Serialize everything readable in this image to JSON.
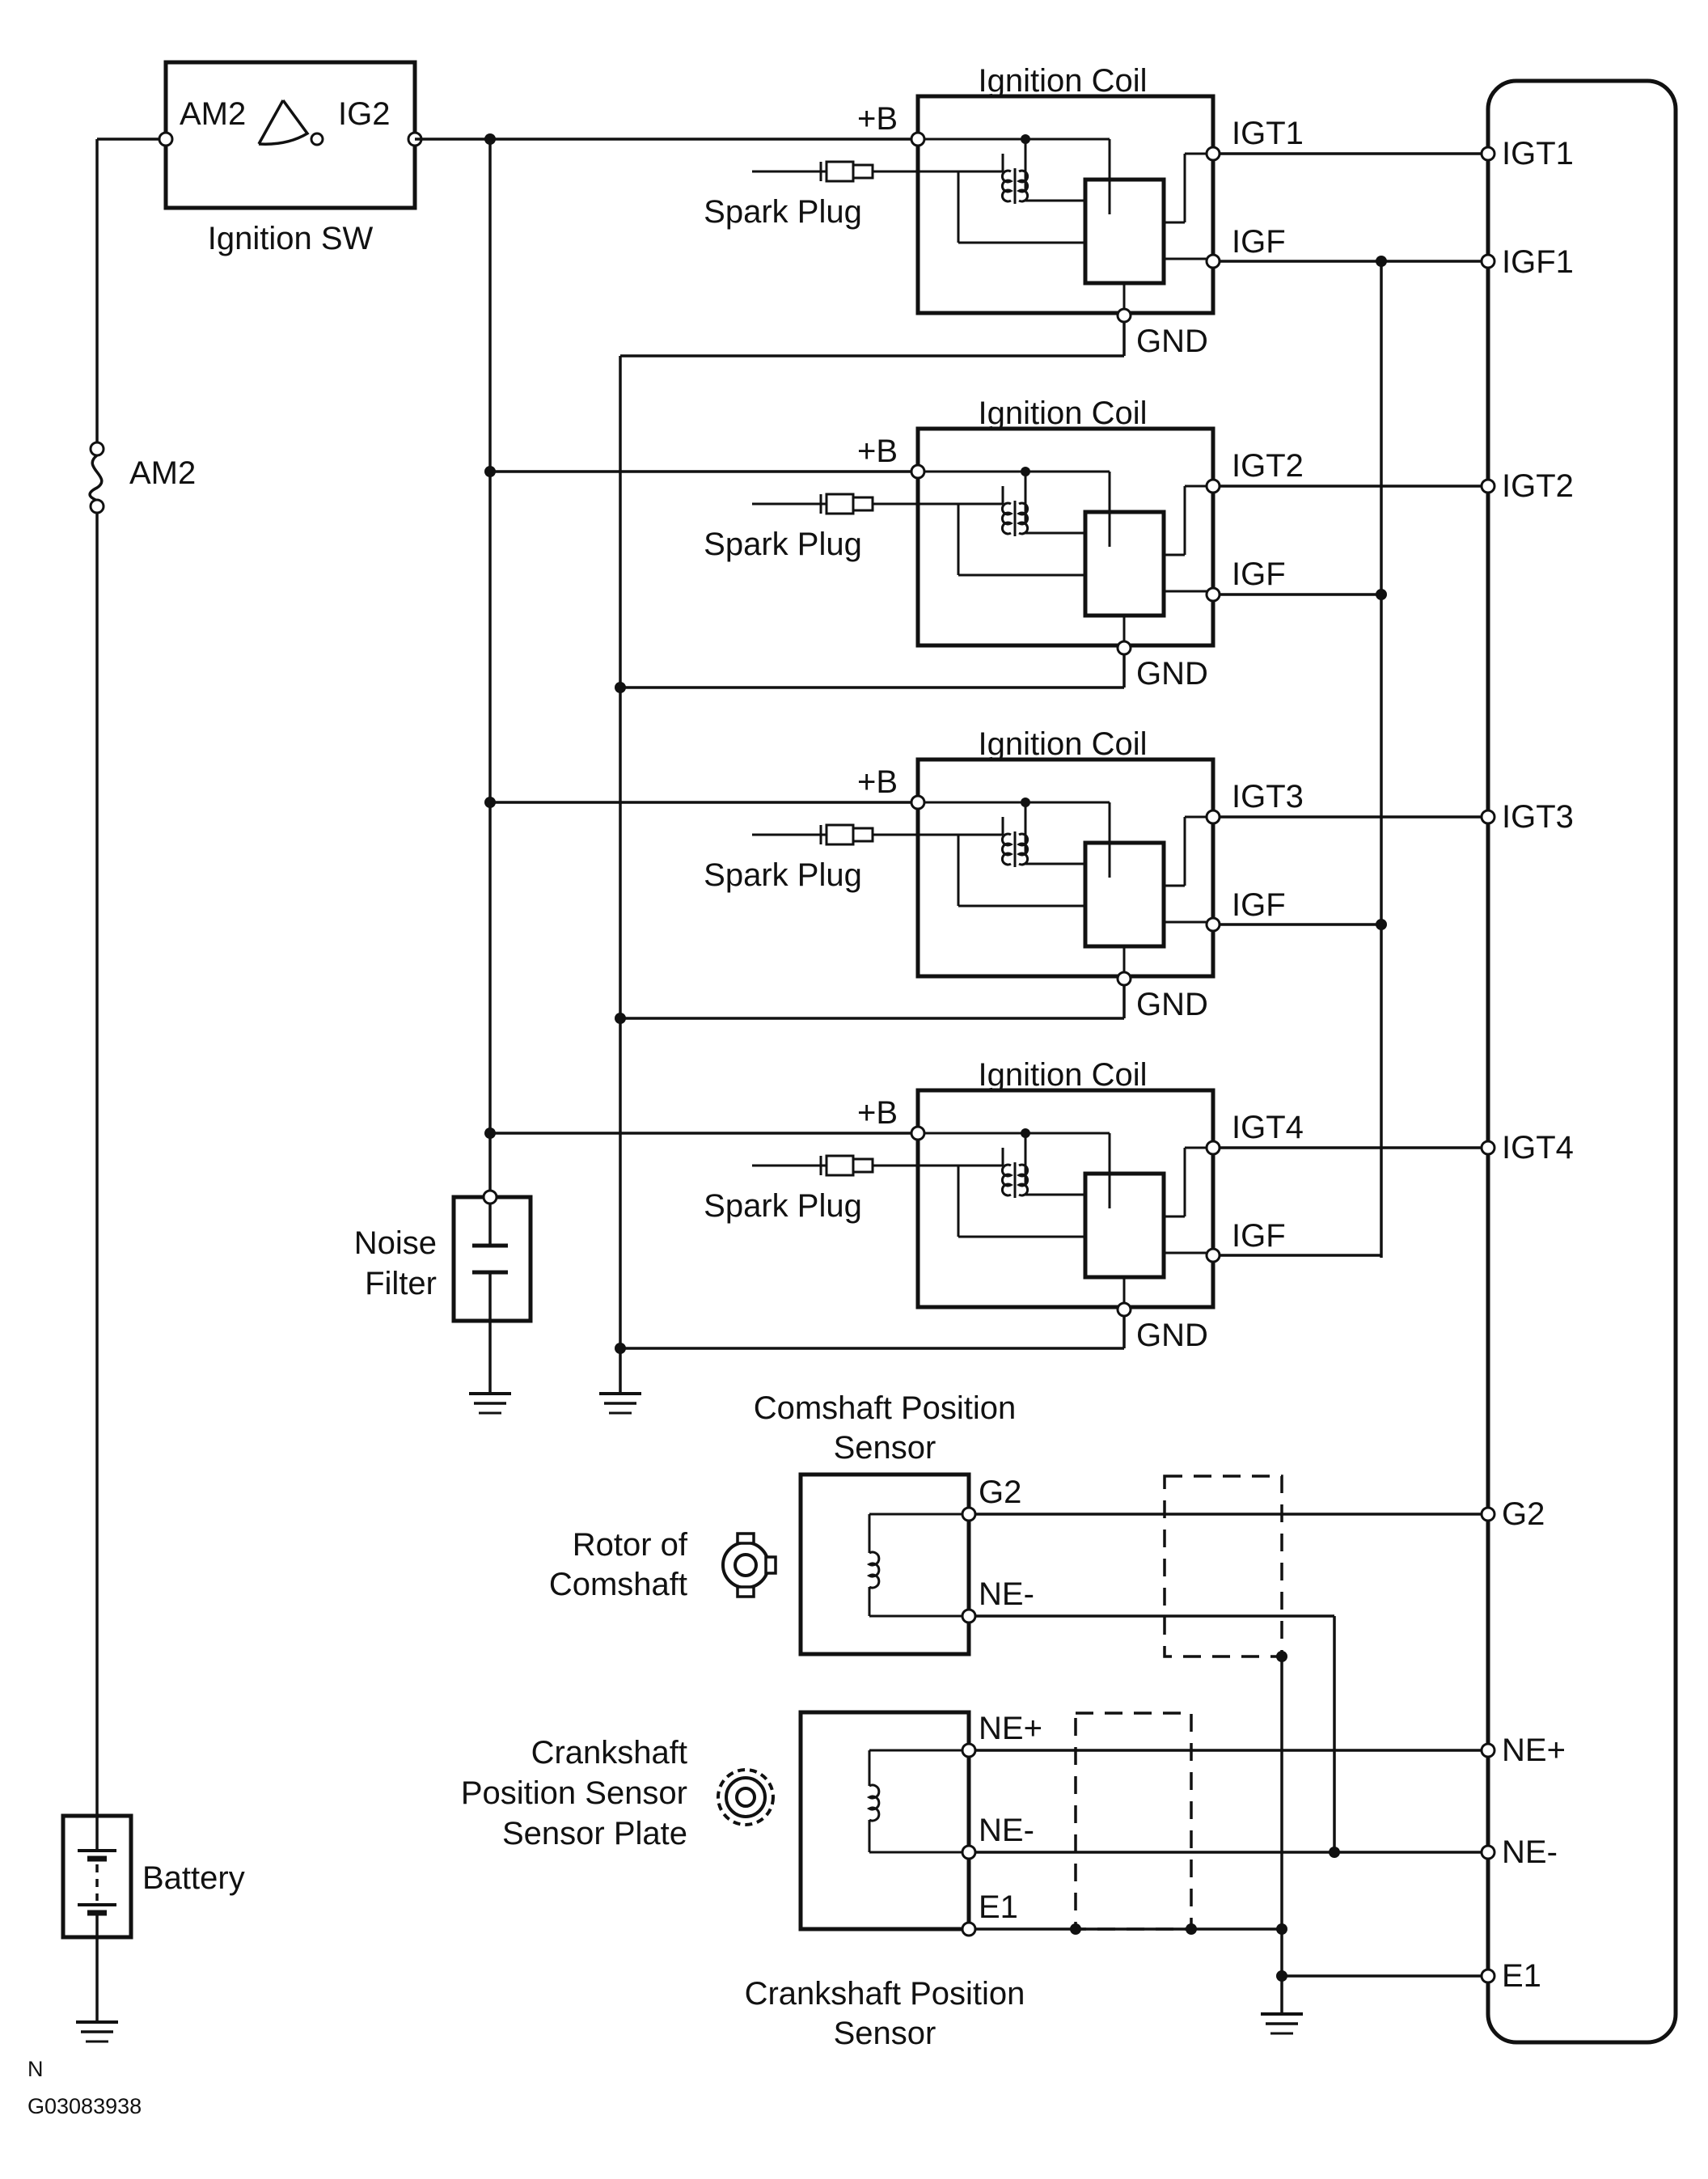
{
  "labels": {
    "ignition_sw": "Ignition SW",
    "sw_am2": "AM2",
    "sw_ig2": "IG2",
    "fuse_am2": "AM2",
    "battery": "Battery",
    "noise_filter_line1": "Noise",
    "noise_filter_line2": "Filter",
    "cam_sensor_line1": "Comshaft Position",
    "cam_sensor_line2": "Sensor",
    "cam_rotor_line1": "Rotor of",
    "cam_rotor_line2": "Comshaft",
    "crank_plate_line1": "Crankshaft",
    "crank_plate_line2": "Position Sensor",
    "crank_plate_line3": "Sensor Plate",
    "crank_sensor_line1": "Crankshaft Position",
    "crank_sensor_line2": "Sensor",
    "footer_n": "N",
    "footer_code": "G03083938"
  },
  "coils": [
    {
      "title": "Ignition Coil",
      "plus_b": "+B",
      "spark": "Spark Plug",
      "igt": "IGT1",
      "igf": "IGF",
      "gnd": "GND"
    },
    {
      "title": "Ignition Coil",
      "plus_b": "+B",
      "spark": "Spark Plug",
      "igt": "IGT2",
      "igf": "IGF",
      "gnd": "GND"
    },
    {
      "title": "Ignition Coil",
      "plus_b": "+B",
      "spark": "Spark Plug",
      "igt": "IGT3",
      "igf": "IGF",
      "gnd": "GND"
    },
    {
      "title": "Ignition Coil",
      "plus_b": "+B",
      "spark": "Spark Plug",
      "igt": "IGT4",
      "igf": "IGF",
      "gnd": "GND"
    }
  ],
  "cam_sensor_pins": {
    "g2": "G2",
    "ne_minus": "NE-"
  },
  "crank_sensor_pins": {
    "ne_plus": "NE+",
    "ne_minus": "NE-",
    "e1": "E1"
  },
  "ecm_pins": [
    "IGT1",
    "IGF1",
    "IGT2",
    "IGT3",
    "IGT4",
    "G2",
    "NE+",
    "NE-",
    "E1"
  ]
}
